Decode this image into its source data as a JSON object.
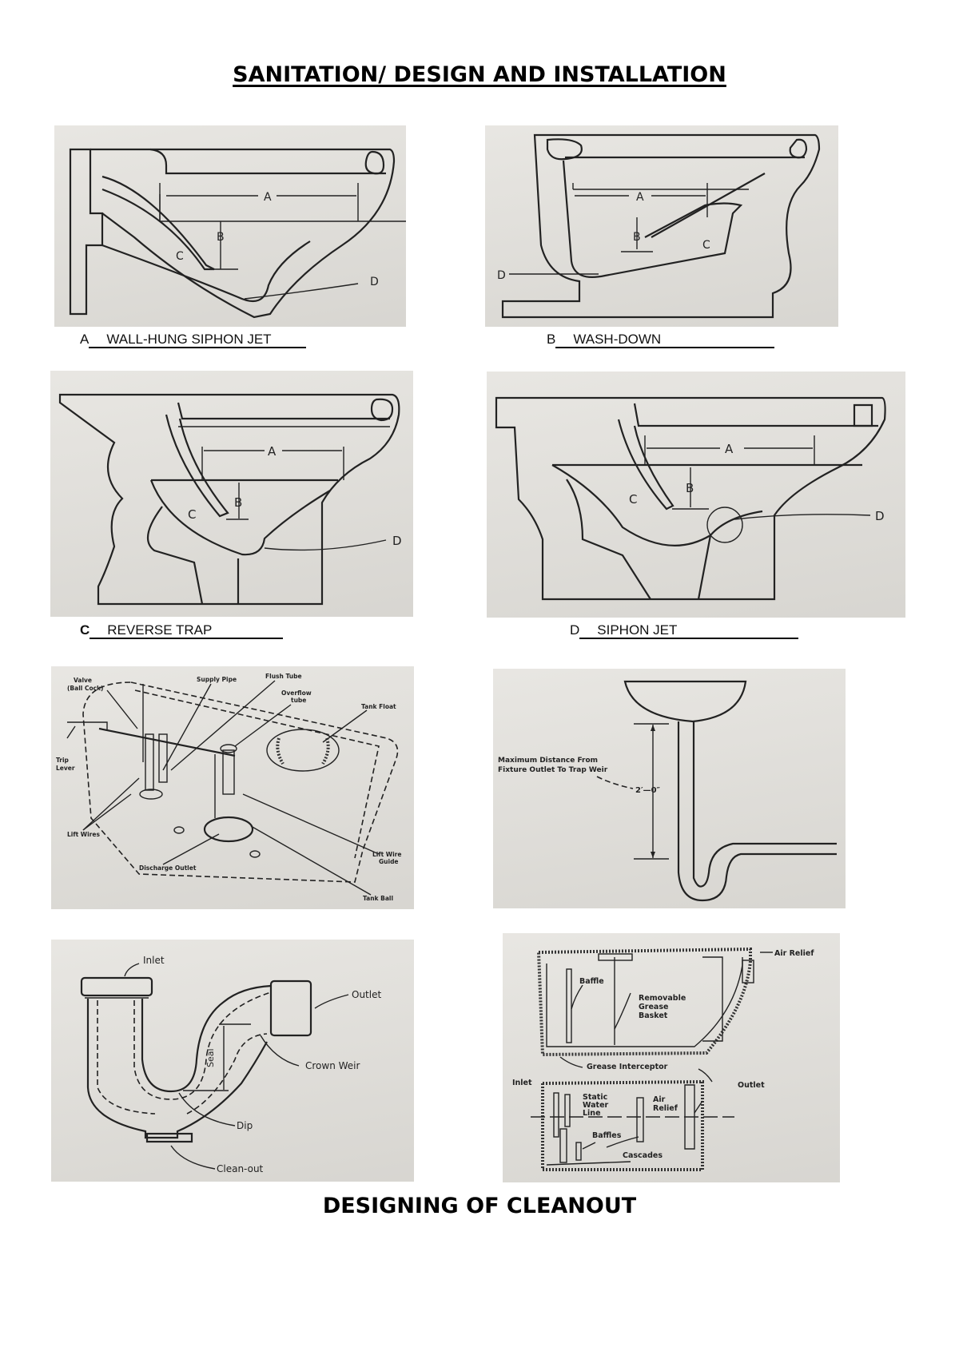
{
  "page": {
    "title": "SANITATION/ DESIGN AND INSTALLATION",
    "footer_title": "DESIGNING OF CLEANOUT",
    "paper_color": "#e3e1dc"
  },
  "figures": [
    {
      "id": "A",
      "caption_letter": "A",
      "caption_answer": "WALL-HUNG SIPHON JET",
      "labels": [
        "A",
        "B",
        "C",
        "D"
      ]
    },
    {
      "id": "B",
      "caption_letter": "B",
      "caption_answer": "WASH-DOWN",
      "labels": [
        "A",
        "B",
        "C",
        "D"
      ]
    },
    {
      "id": "C",
      "caption_letter": "C",
      "caption_answer": "REVERSE TRAP",
      "labels": [
        "A",
        "B",
        "C",
        "D"
      ]
    },
    {
      "id": "D",
      "caption_letter": "D",
      "caption_answer": "SIPHON JET",
      "labels": [
        "A",
        "B",
        "C",
        "D"
      ]
    }
  ],
  "flush_tank": {
    "labels": {
      "valve": "Valve",
      "valve_sub": "(Ball Cock)",
      "supply_pipe": "Supply Pipe",
      "flush_tube": "Flush Tube",
      "overflow": "Overflow",
      "overflow_sub": "tube",
      "tank_float": "Tank Float",
      "trip": "Trip",
      "trip_sub": "Lever",
      "lift_wires": "Lift Wires",
      "discharge_outlet": "Discharge Outlet",
      "lift_wire": "Lift Wire",
      "lift_wire_sub": "Guide",
      "tank_ball": "Tank Ball"
    }
  },
  "fixture_trap": {
    "note_line1": "Maximum Distance From",
    "note_line2": "Fixture Outlet To Trap Weir",
    "dimension": "2′—0″"
  },
  "p_trap": {
    "labels": {
      "inlet": "Inlet",
      "outlet": "Outlet",
      "seal": "Seal",
      "crown_weir": "Crown Weir",
      "dip": "Dip",
      "clean_out": "Clean-out"
    }
  },
  "grease_interceptor": {
    "labels": {
      "air_relief_top": "Air Relief",
      "baffle": "Baffle",
      "removable1": "Removable",
      "removable2": "Grease",
      "removable3": "Basket",
      "grease_interceptor": "Grease Interceptor",
      "inlet": "Inlet",
      "outlet": "Outlet",
      "static1": "Static",
      "static2": "Water",
      "static3": "Line",
      "air1": "Air",
      "air2": "Relief",
      "baffles": "Baffles",
      "cascades": "Cascades"
    }
  }
}
